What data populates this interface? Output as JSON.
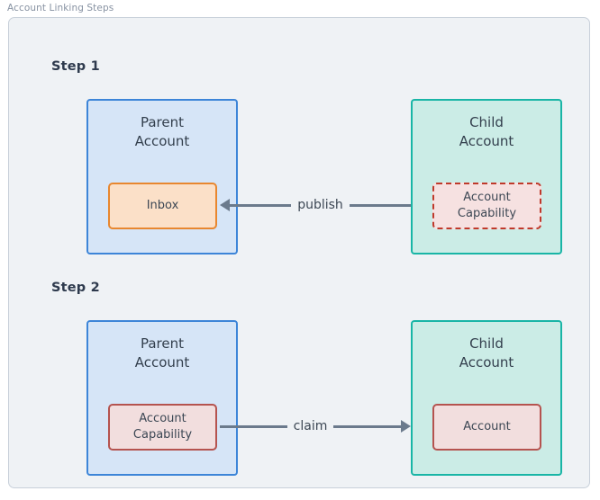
{
  "figure": {
    "title": "Account Linking Steps",
    "background": "#eff2f5",
    "border_color": "#c8d0da"
  },
  "colors": {
    "parent_fill": "#d6e5f7",
    "parent_border": "#3d85d8",
    "child_fill": "#cbece6",
    "child_border": "#19b5a6",
    "inbox_fill": "#fbe0c8",
    "inbox_border": "#e8872f",
    "capability_fill": "#f6e1e1",
    "capability_border": "#c0392b",
    "account_fill": "#f2dede",
    "account_border": "#b5534f",
    "arrow": "#6b7a8c",
    "text": "#3c4754",
    "step_text": "#2e3a4d"
  },
  "steps": [
    {
      "label": "Step 1",
      "parent": {
        "title": "Parent\nAccount",
        "inner": {
          "label": "Inbox",
          "style": "inbox"
        }
      },
      "child": {
        "title": "Child\nAccount",
        "inner": {
          "label": "Account\nCapability",
          "style": "capability-dashed"
        }
      },
      "arrow": {
        "label": "publish",
        "direction": "left"
      }
    },
    {
      "label": "Step 2",
      "parent": {
        "title": "Parent\nAccount",
        "inner": {
          "label": "Account\nCapability",
          "style": "capability-solid"
        }
      },
      "child": {
        "title": "Child\nAccount",
        "inner": {
          "label": "Account",
          "style": "account-solid"
        }
      },
      "arrow": {
        "label": "claim",
        "direction": "right"
      }
    }
  ]
}
